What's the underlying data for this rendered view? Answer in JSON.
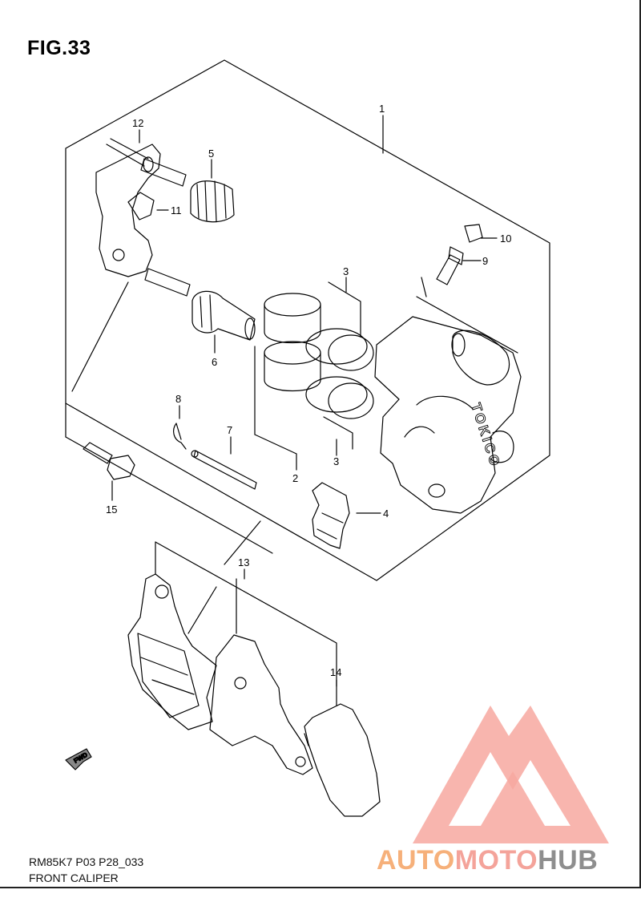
{
  "figure": {
    "title": "FIG.33"
  },
  "captions": {
    "code": "RM85K7 P03 P28_033",
    "name": "FRONT CALIPER"
  },
  "caliper_brand": "TOKICO",
  "fwd_label": "FWD",
  "callouts": [
    {
      "id": "1",
      "label": "1"
    },
    {
      "id": "2",
      "label": "2"
    },
    {
      "id": "3a",
      "label": "3"
    },
    {
      "id": "3b",
      "label": "3"
    },
    {
      "id": "4",
      "label": "4"
    },
    {
      "id": "5",
      "label": "5"
    },
    {
      "id": "6",
      "label": "6"
    },
    {
      "id": "7",
      "label": "7"
    },
    {
      "id": "8",
      "label": "8"
    },
    {
      "id": "9",
      "label": "9"
    },
    {
      "id": "10",
      "label": "10"
    },
    {
      "id": "11",
      "label": "11"
    },
    {
      "id": "12",
      "label": "12"
    },
    {
      "id": "13",
      "label": "13"
    },
    {
      "id": "14",
      "label": "14"
    },
    {
      "id": "15",
      "label": "15"
    }
  ],
  "watermark": {
    "part1": "AUTO",
    "part2": "MOTO",
    "part3": "HUB"
  }
}
